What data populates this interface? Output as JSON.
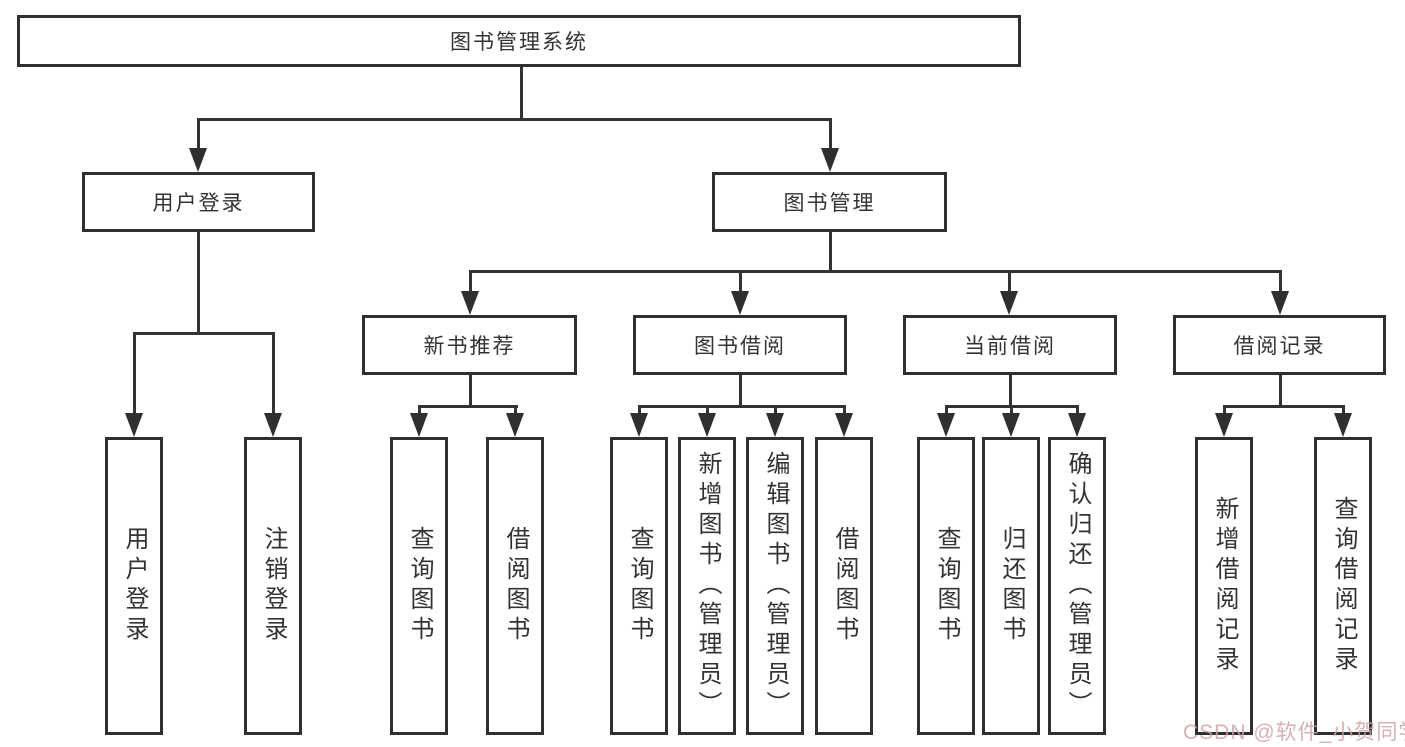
{
  "diagram": {
    "root": {
      "label": "图书管理系统"
    },
    "branches": [
      {
        "label": "用户登录",
        "children": [
          "用户登录",
          "注销登录"
        ]
      },
      {
        "label": "图书管理",
        "groups": [
          {
            "label": "新书推荐",
            "children": [
              "查询图书",
              "借阅图书"
            ]
          },
          {
            "label": "图书借阅",
            "children": [
              "查询图书",
              "新增图书（管理员）",
              "编辑图书（管理员）",
              "借阅图书"
            ]
          },
          {
            "label": "当前借阅",
            "children": [
              "查询图书",
              "归还图书",
              "确认归还（管理员）"
            ]
          },
          {
            "label": "借阅记录",
            "children": [
              "新增借阅记录",
              "查询借阅记录"
            ]
          }
        ]
      }
    ]
  },
  "watermark": {
    "text": "CSDN @软件_小贺同学",
    "color": "#cda5a5"
  },
  "colors": {
    "line": "#333333",
    "border": "#2f2f2f",
    "box_fill": "#ffffff",
    "text": "#333333",
    "background": "#ffffff"
  }
}
